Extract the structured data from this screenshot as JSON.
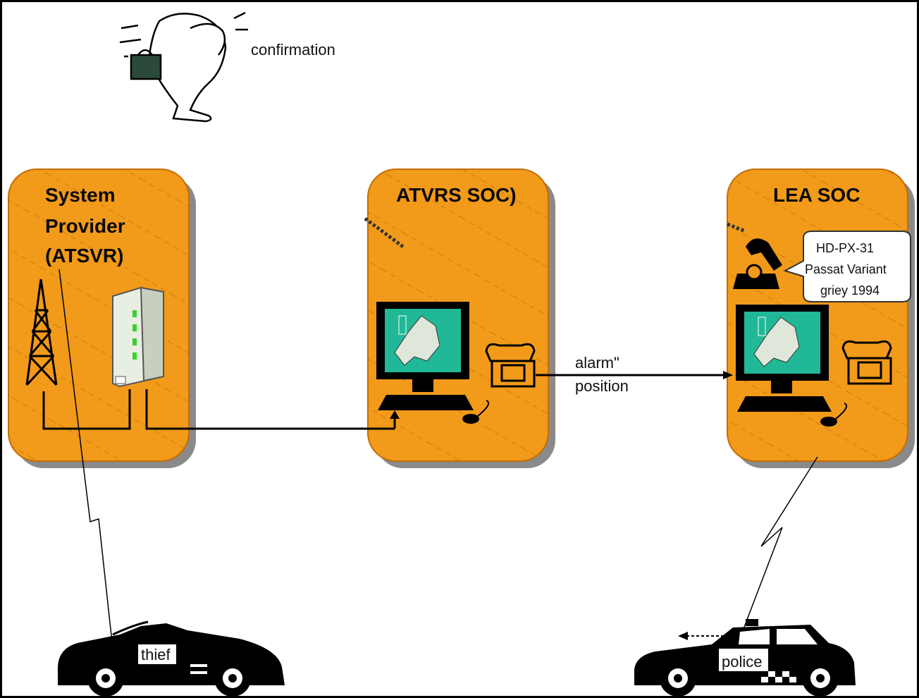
{
  "confirmation_label": "confirmation",
  "panels": {
    "system_provider": {
      "line1": "System",
      "line2": "Provider",
      "line3": "(ATSVR)"
    },
    "atvrs": {
      "title": "ATVRS SOC)"
    },
    "lea": {
      "title": "LEA SOC"
    }
  },
  "speech_bubble": {
    "line1": "HD-PX-31",
    "line2": "Passat Variant",
    "line3": "griey 1994"
  },
  "arrow_label": {
    "line1": "alarm\"",
    "line2": "position"
  },
  "cars": {
    "thief_label": "thief",
    "police_label": "police"
  },
  "colors": {
    "panel": "#f29a1a",
    "panel_edge": "#c46d00",
    "screen": "#20b896",
    "shadow": "#8a8a8a"
  }
}
